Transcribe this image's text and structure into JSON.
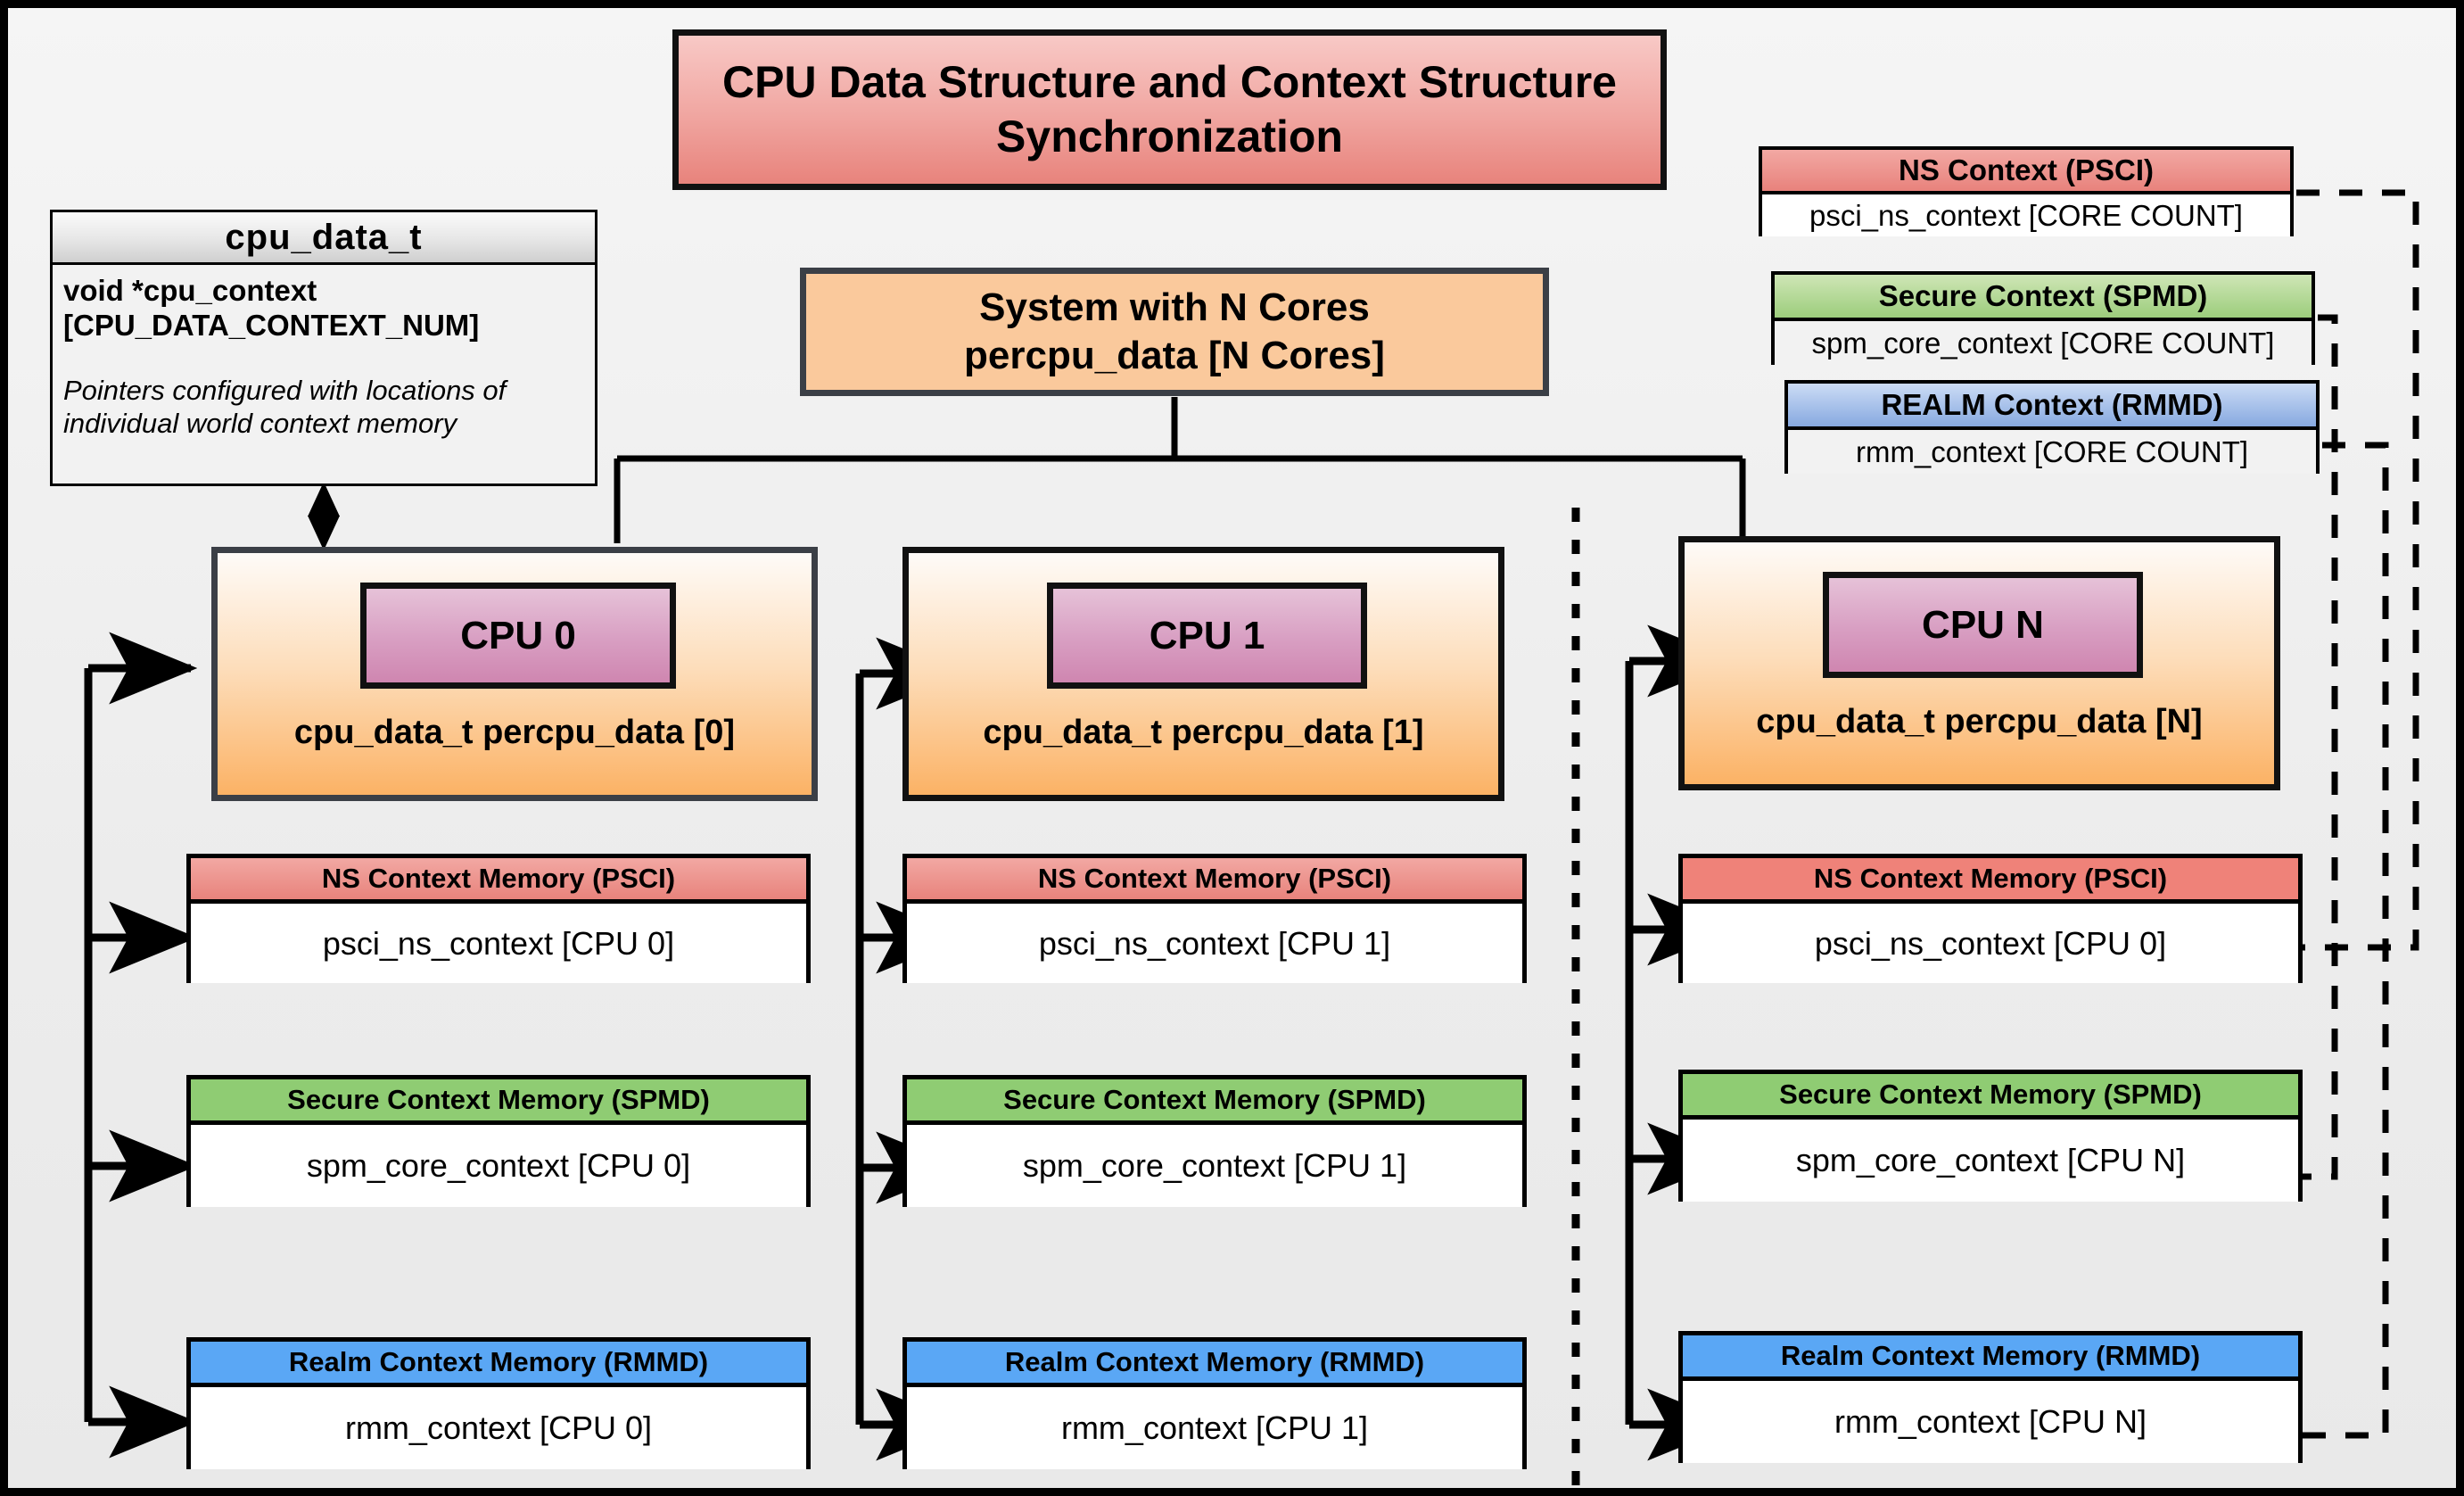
{
  "title": "CPU Data Structure and Context Structure Synchronization",
  "cpu_data_struct": {
    "name": "cpu_data_t",
    "field": "void  *cpu_context [CPU_DATA_CONTEXT_NUM]",
    "note": "Pointers configured with locations of individual world context memory"
  },
  "system": {
    "line1": "System with N Cores",
    "line2": "percpu_data [N Cores]"
  },
  "global_contexts": [
    {
      "name": "ns-context-psci",
      "header": "NS Context  (PSCI)",
      "value": "psci_ns_context [CORE COUNT]"
    },
    {
      "name": "secure-context-spmd",
      "header": "Secure Context (SPMD)",
      "value": "spm_core_context [CORE COUNT]"
    },
    {
      "name": "realm-context-rmmd",
      "header": "REALM Context (RMMD)",
      "value": "rmm_context [CORE COUNT]"
    }
  ],
  "cpus": [
    {
      "id": "cpu-0",
      "chip_label": "CPU 0",
      "caption": "cpu_data_t percpu_data [0]",
      "memories": [
        {
          "kind": "ns",
          "header": "NS Context Memory (PSCI)",
          "value": "psci_ns_context [CPU 0]"
        },
        {
          "kind": "sec",
          "header": "Secure Context Memory (SPMD)",
          "value": "spm_core_context [CPU 0]"
        },
        {
          "kind": "realm",
          "header": "Realm Context Memory (RMMD)",
          "value": "rmm_context [CPU 0]"
        }
      ]
    },
    {
      "id": "cpu-1",
      "chip_label": "CPU 1",
      "caption": "cpu_data_t percpu_data [1]",
      "memories": [
        {
          "kind": "ns",
          "header": "NS Context Memory (PSCI)",
          "value": "psci_ns_context [CPU 1]"
        },
        {
          "kind": "sec",
          "header": "Secure Context Memory (SPMD)",
          "value": "spm_core_context [CPU 1]"
        },
        {
          "kind": "realm",
          "header": "Realm Context Memory (RMMD)",
          "value": "rmm_context [CPU 1]"
        }
      ]
    },
    {
      "id": "cpu-n",
      "chip_label": "CPU N",
      "caption": "cpu_data_t percpu_data [N]",
      "memories": [
        {
          "kind": "ns",
          "header": "NS Context Memory (PSCI)",
          "value": "psci_ns_context [CPU 0]"
        },
        {
          "kind": "sec",
          "header": "Secure Context Memory (SPMD)",
          "value": "spm_core_context [CPU N]"
        },
        {
          "kind": "realm",
          "header": "Realm Context Memory (RMMD)",
          "value": "rmm_context [CPU N]"
        }
      ]
    }
  ],
  "colors": {
    "ns": "#ef8279",
    "secure": "#8fcc73",
    "realm": "#5aa7f5",
    "cpu_block": "#fbb265",
    "cpu_chip": "#cf86b0",
    "title": "#e8837c",
    "system": "#fac99c"
  }
}
